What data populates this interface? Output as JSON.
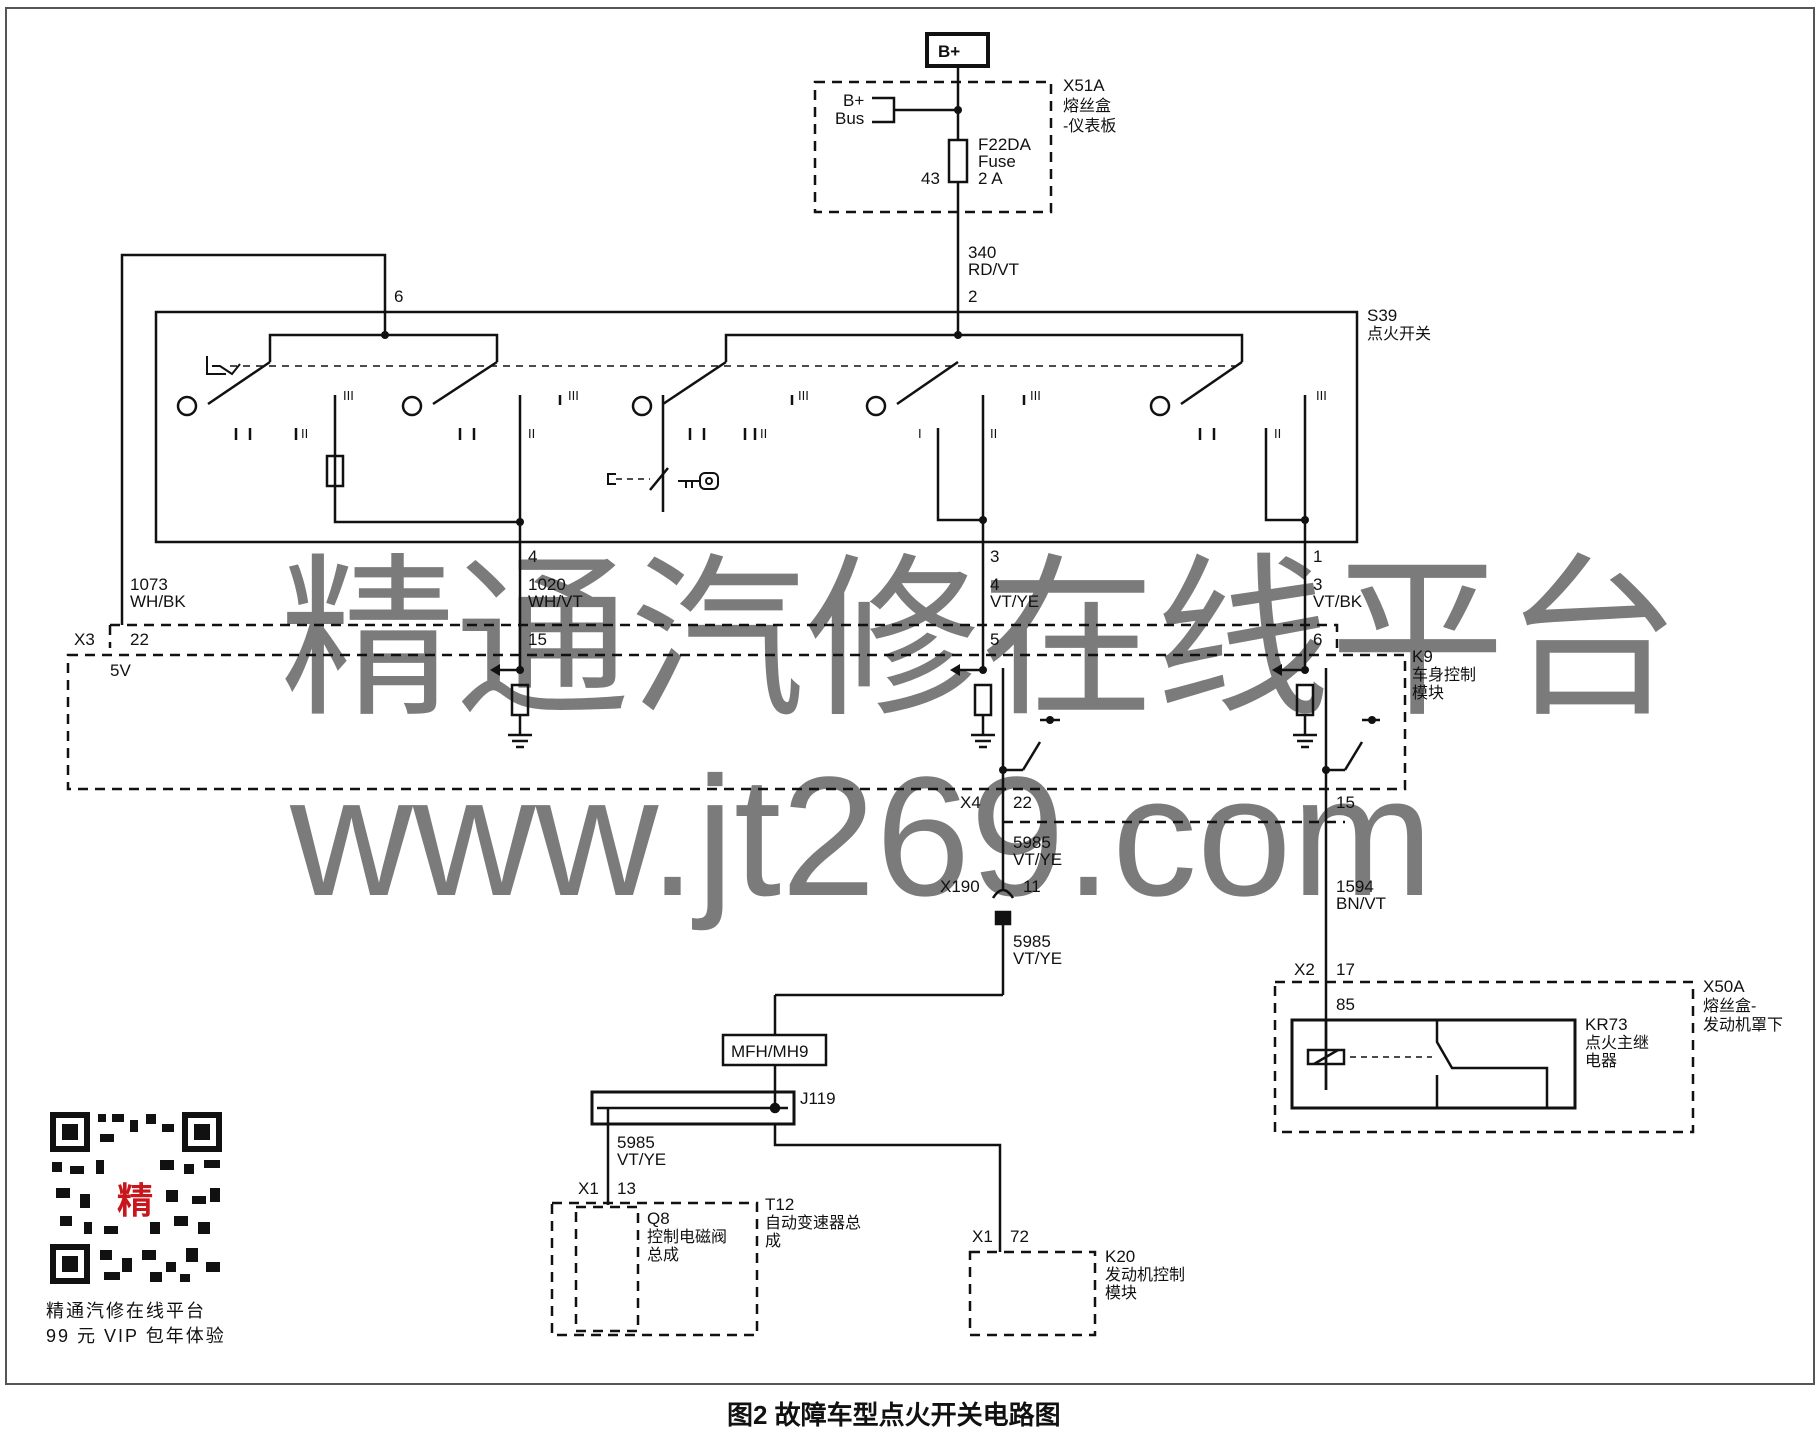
{
  "bplus": "B+",
  "x51a": {
    "id": "X51A",
    "name1": "熔丝盒",
    "name2": "-仪表板",
    "bus_line1": "B+",
    "bus_line2": "Bus",
    "fuse_line1": "F22DA",
    "fuse_line2": "Fuse",
    "fuse_line3": "2 A",
    "pin": "43"
  },
  "w340": {
    "num": "340",
    "color": "RD/VT"
  },
  "s39": {
    "id": "S39",
    "name": "点火开关",
    "pin2": "2",
    "pin6": "6",
    "pin4": "4",
    "pin3": "3",
    "pin1": "1",
    "pos_I": "I",
    "pos_II": "II",
    "pos_III": "III"
  },
  "w1073": {
    "num": "1073",
    "color": "WH/BK"
  },
  "w1020": {
    "num": "1020",
    "color": "WH/VT"
  },
  "w_vtye": {
    "pin": "4",
    "color": "VT/YE"
  },
  "w_vtbk": {
    "pin": "3",
    "color": "VT/BK"
  },
  "k9": {
    "id": "K9",
    "name1": "车身控制",
    "name2": "模块",
    "x3": "X3",
    "p22": "22",
    "v5": "5V",
    "p15": "15",
    "p5": "5",
    "p6": "6"
  },
  "x4": {
    "id": "X4",
    "pin": "22",
    "pin15": "15"
  },
  "w5985a": {
    "num": "5985",
    "color": "VT/YE"
  },
  "x190": {
    "id": "X190",
    "pin": "11"
  },
  "w5985b": {
    "num": "5985",
    "color": "VT/YE"
  },
  "w1594": {
    "num": "1594",
    "color": "BN/VT"
  },
  "x2": {
    "id": "X2",
    "pin": "17"
  },
  "x50a": {
    "id": "X50A",
    "name1": "熔丝盒-",
    "name2": "发动机罩下",
    "pin85": "85",
    "relay_id": "KR73",
    "relay_name1": "点火主继",
    "relay_name2": "电器"
  },
  "mfh": "MFH/MH9",
  "j119": "J119",
  "w5985c": {
    "num": "5985",
    "color": "VT/YE"
  },
  "t12": {
    "x1": "X1",
    "pin": "13",
    "q8": "Q8",
    "q8_name1": "控制电磁阀",
    "q8_name2": "总成",
    "id": "T12",
    "name1": "自动变速器总",
    "name2": "成"
  },
  "k20": {
    "x1": "X1",
    "pin": "72",
    "id": "K20",
    "name1": "发动机控制",
    "name2": "模块"
  },
  "watermark": {
    "line1": "精通汽修在线平台",
    "line2": "www.jt269.com"
  },
  "promo": {
    "qr_badge": "精",
    "line1": "精通汽修在线平台",
    "line2": "99 元 VIP 包年体验"
  },
  "caption": "图2 故障车型点火开关电路图",
  "colors": {
    "line": "#111111",
    "watermark": "#5aa6dd",
    "promo": "#c8161d"
  }
}
